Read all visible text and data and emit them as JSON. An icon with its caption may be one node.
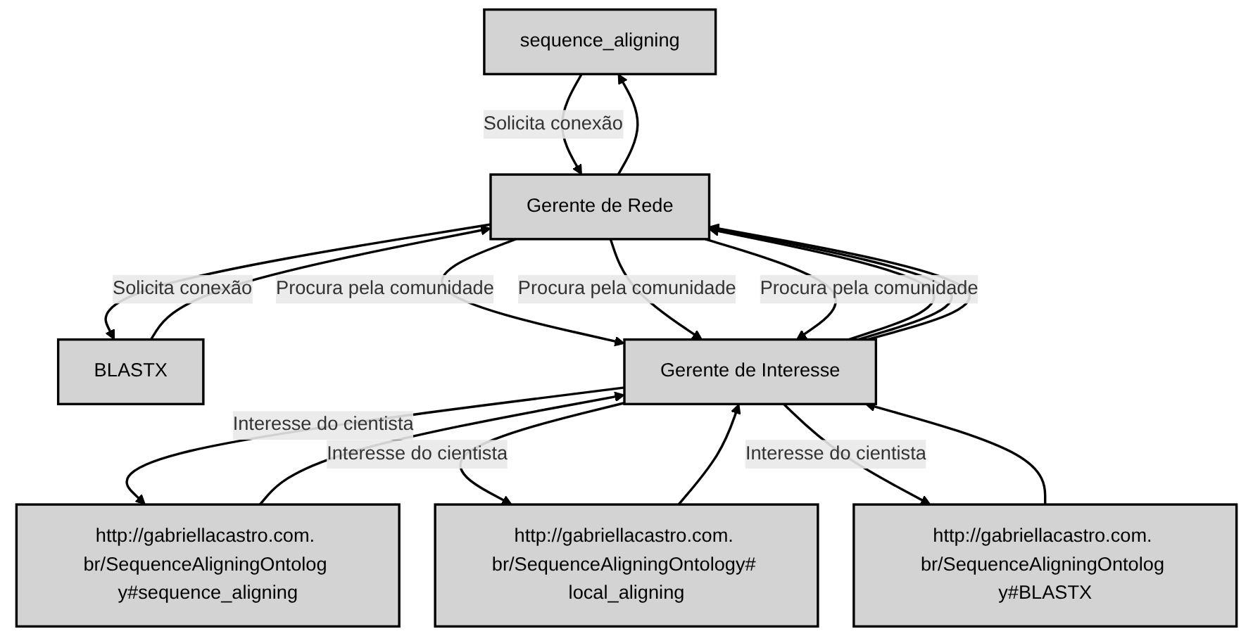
{
  "diagram": {
    "nodes": [
      {
        "text": [
          "sequence_aligning"
        ]
      },
      {
        "text": [
          "BLASTX"
        ]
      },
      {
        "text": [
          "Gerente de Rede"
        ]
      },
      {
        "text": [
          "Gerente de Interesse"
        ]
      },
      {
        "text": [
          "http://gabriellacastro.com. br/SequenceAligningOntolog y#sequence_aligning"
        ]
      },
      {
        "text": [
          "http://gabriellacastro.com. br/SequenceAligningOntology# local_aligning"
        ]
      },
      {
        "text": [
          "http://gabriellacastro.com. br/SequenceAligningOntolog y#BLASTX"
        ]
      }
    ],
    "edges": [
      {
        "from": 0,
        "to": 2,
        "arrow": "to",
        "label": "Solicita conexão"
      },
      {
        "from": 2,
        "to": 0,
        "arrow": "to"
      },
      {
        "from": 1,
        "to": 2,
        "arrow": "to",
        "label": "Solicita conexão"
      },
      {
        "from": 2,
        "to": 1,
        "arrow": "to"
      },
      {
        "from": 2,
        "to": 3,
        "arrow": "to",
        "label": "Procura pela comunidade"
      },
      {
        "from": 3,
        "to": 2,
        "arrow": "to"
      },
      {
        "from": 2,
        "to": 3,
        "arrow": "to",
        "label": "Procura pela comunidade"
      },
      {
        "from": 3,
        "to": 2,
        "arrow": "to"
      },
      {
        "from": 2,
        "to": 3,
        "arrow": "to",
        "label": "Procura pela comunidade"
      },
      {
        "from": 3,
        "to": 2,
        "arrow": "to"
      },
      {
        "from": 3,
        "to": 4,
        "arrow": "to",
        "label": "Interesse do cientista"
      },
      {
        "from": 4,
        "to": 3,
        "arrow": "to"
      },
      {
        "from": 3,
        "to": 5,
        "arrow": "to",
        "label": "Interesse do cientista"
      },
      {
        "from": 5,
        "to": 3,
        "arrow": "to"
      },
      {
        "from": 3,
        "to": 6,
        "arrow": "to",
        "label": "Interesse do cientista"
      },
      {
        "from": 6,
        "to": 3,
        "arrow": "to"
      }
    ]
  }
}
